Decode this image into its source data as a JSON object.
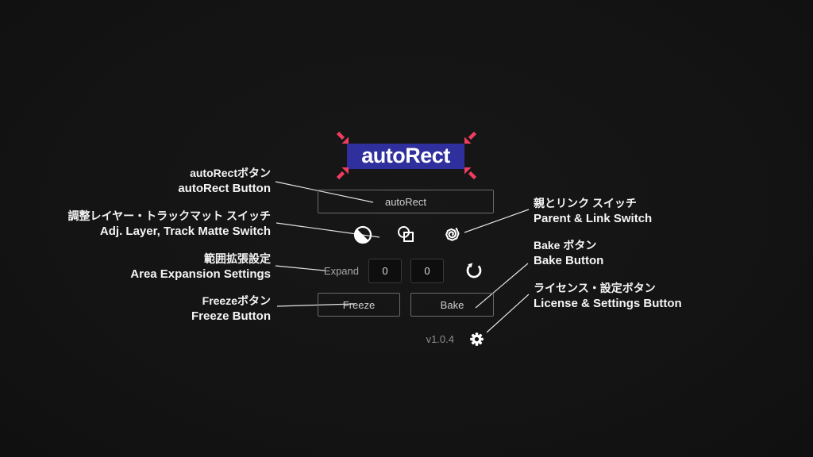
{
  "colors": {
    "background": "#141414",
    "logo_blue": "#2f2f9e",
    "arrow_pink": "#ee3d5e"
  },
  "logo": {
    "text": "autoRect"
  },
  "panel": {
    "autorect_button_label": "autoRect",
    "expand_label": "Expand",
    "expand_x": "0",
    "expand_y": "0",
    "freeze_button_label": "Freeze",
    "bake_button_label": "Bake",
    "version": "v1.0.4"
  },
  "icons": {
    "adjustment_layer": "half-filled-circle",
    "track_matte": "circle-overlapping-square",
    "parent_link": "spiral-pick-whip",
    "refresh": "clockwise-circular-arrow",
    "settings": "gear",
    "logo_corner_arrows": "pink-inward-diagonal-arrows"
  },
  "annotations": {
    "left": [
      {
        "jp": "autoRectボタン",
        "en": "autoRect Button"
      },
      {
        "jp": "調整レイヤー・トラックマット スイッチ",
        "en": "Adj. Layer, Track Matte Switch"
      },
      {
        "jp": "範囲拡張設定",
        "en": "Area Expansion Settings"
      },
      {
        "jp": "Freezeボタン",
        "en": "Freeze Button"
      }
    ],
    "right": [
      {
        "jp": "親とリンク スイッチ",
        "en": "Parent & Link Switch"
      },
      {
        "jp": "Bake ボタン",
        "en": "Bake Button"
      },
      {
        "jp": "ライセンス・設定ボタン",
        "en": "License & Settings Button"
      }
    ]
  }
}
